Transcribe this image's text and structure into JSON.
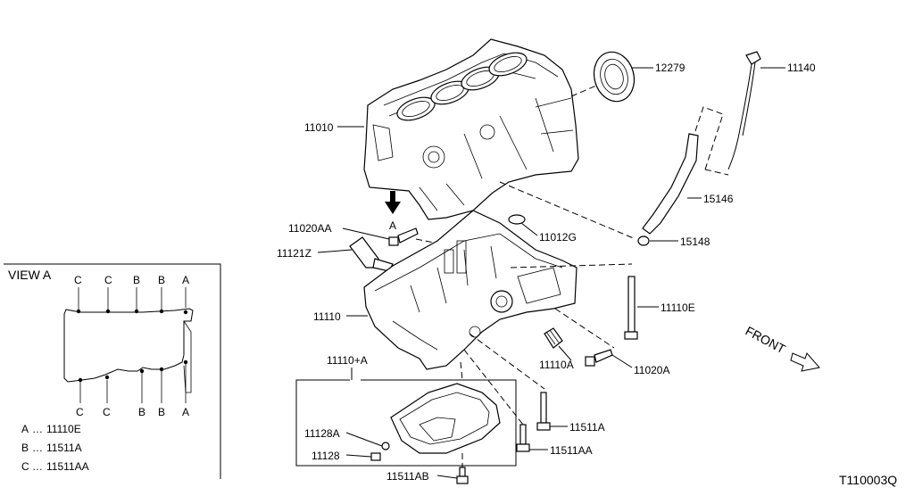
{
  "diagram_id": "T110003Q",
  "view_a": {
    "title": "VIEW A",
    "top_letters": [
      "C",
      "C",
      "B",
      "B",
      "A"
    ],
    "bottom_letters": [
      "C",
      "C",
      "B",
      "B",
      "A"
    ],
    "legend": [
      {
        "letter": "A",
        "part": "11110E"
      },
      {
        "letter": "B",
        "part": "11511A"
      },
      {
        "letter": "C",
        "part": "11511AA"
      }
    ]
  },
  "arrow_label": "A",
  "front_label": "FRONT",
  "parts": {
    "p12279": "12279",
    "p11140": "11140",
    "p11010": "11010",
    "p15146": "15146",
    "p11020AA": "11020AA",
    "p11012G": "11012G",
    "p15148": "15148",
    "p11121Z": "11121Z",
    "p11110E": "11110E",
    "p11110": "11110",
    "p11110A": "11110A",
    "p11020A": "11020A",
    "p11110plusA": "11110+A",
    "p11511A": "11511A",
    "p11128A": "11128A",
    "p11511AA": "11511AA",
    "p11128": "11128",
    "p11511AB": "11511AB"
  }
}
